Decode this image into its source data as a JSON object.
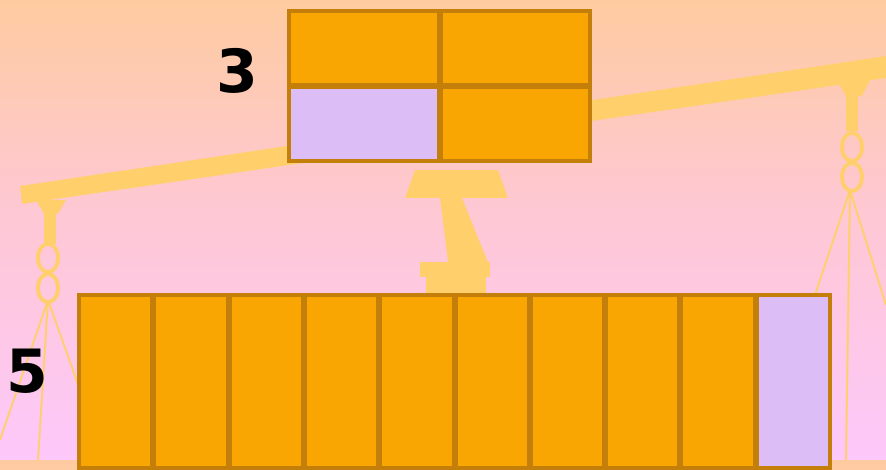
{
  "top": {
    "label": "3",
    "cells": [
      "filled",
      "filled",
      "empty",
      "filled"
    ]
  },
  "bottom": {
    "label": "5",
    "cells": [
      "filled",
      "filled",
      "filled",
      "filled",
      "filled",
      "filled",
      "filled",
      "filled",
      "filled",
      "empty"
    ]
  },
  "colors": {
    "filled": "#f9a602",
    "empty": "#dcbdf5",
    "border": "#c47e0a",
    "scale": "#ffcf6c"
  },
  "icons": {
    "background": "balance-scale-icon"
  }
}
